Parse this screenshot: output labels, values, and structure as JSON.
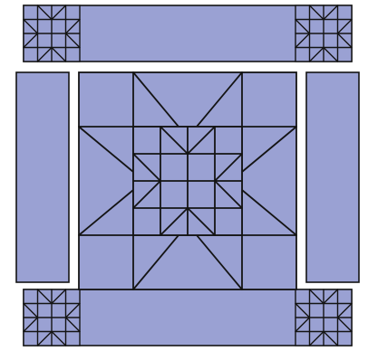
{
  "colors": {
    "fill": "#9aa1d3",
    "stroke": "#141414",
    "background": "#ffffff"
  },
  "diagram": {
    "type": "quilt-block-layout",
    "pattern": "variable-star-in-star",
    "parts": [
      "top-border-strip",
      "bottom-border-strip",
      "left-border-strip",
      "right-border-strip",
      "center-block",
      "corner-star-blocks"
    ]
  }
}
